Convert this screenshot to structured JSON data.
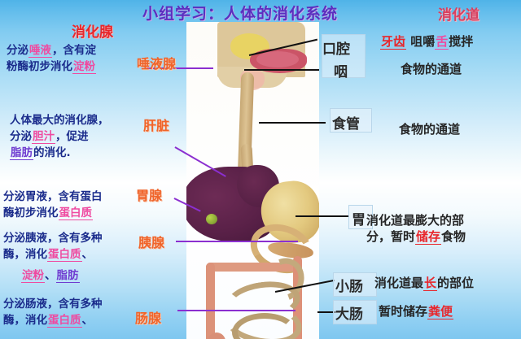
{
  "title": "小组学习：人体的消化系统",
  "header": {
    "digestive_tract": "消化道",
    "digestive_glands": "消化腺"
  },
  "photo": {
    "alt": "人体消化系统解剖图"
  },
  "left_notes": [
    {
      "id": "saliva",
      "parts": [
        "分泌",
        "唾液",
        "，含有淀",
        "粉酶初步消化",
        "淀粉"
      ],
      "line1_a": "分泌",
      "line1_fill": "唾液",
      "line1_b": "，含有淀",
      "line2_a": "粉酶初步消化",
      "line2_fill": "淀粉",
      "gland": "唾液腺"
    },
    {
      "id": "liver",
      "line1": "人体最大的消化腺，",
      "line2_a": "分泌",
      "line2_fill": "胆汁",
      "line2_b": "，促进",
      "line3_fill": "脂肪",
      "line3_b": "的消化.",
      "gland": "肝脏"
    },
    {
      "id": "gastric",
      "line1": "分泌胃液，含有蛋白",
      "line2_a": "酶初步消化",
      "line2_fill": "蛋白质",
      "gland": "胃腺"
    },
    {
      "id": "pancreas",
      "line1": "分泌胰液，含有多种",
      "line2_a": "酶，消化",
      "line2_fill": "蛋白质",
      "line2_b": "、",
      "line3_fill1": "淀粉",
      "line3_sep": "、",
      "line3_fill2": "脂肪",
      "gland": "胰腺"
    },
    {
      "id": "intestinal",
      "line1": "分泌肠液，含有多种",
      "line2_a": "酶，消化",
      "line2_fill": "蛋白质",
      "line2_b": "、",
      "gland": "肠腺"
    }
  ],
  "right_labels": [
    {
      "id": "mouth",
      "label": "口腔"
    },
    {
      "id": "pharynx",
      "label": "咽"
    },
    {
      "id": "esophagus",
      "label": "食管"
    },
    {
      "id": "stomach",
      "label": "胃"
    },
    {
      "id": "small-intestine",
      "label": "小肠"
    },
    {
      "id": "large-intestine",
      "label": "大肠"
    }
  ],
  "right_notes": {
    "mouth": {
      "a": "牙齿",
      "b": " 咀嚼",
      "c": "舌",
      "d": "搅拌"
    },
    "pharynx": "食物的通道",
    "esophagus": "食物的通道",
    "stomach": {
      "line1": "消化道最膨大的部",
      "line2_a": "分，暂时",
      "line2_fill": "储存",
      "line2_b": "食物"
    },
    "small_intestine": {
      "a": "消化道最",
      "fill": "长",
      "b": "的部位"
    },
    "large_intestine": {
      "a": "暂时储存",
      "fill": "粪便"
    }
  },
  "colors": {
    "title": "#5b2fbf",
    "tract": "#d8405f",
    "gland": "#e8262b",
    "navy": "#1b2c8c",
    "pink": "#ef4aa0",
    "orange": "#f0642a",
    "purple": "#6f3bd0",
    "red": "#e8262b",
    "background_top": "#4fb3e8",
    "background_bottom": "#7ec7f0"
  }
}
